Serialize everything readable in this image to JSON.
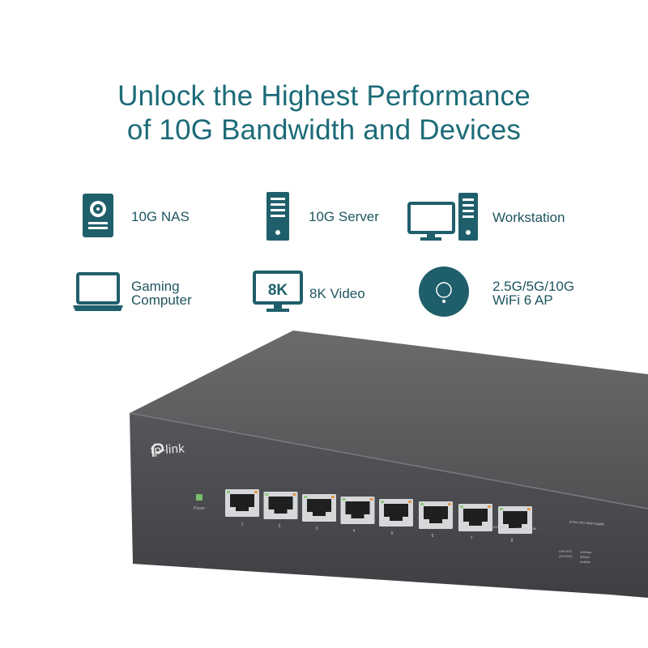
{
  "headline": {
    "line1": "Unlock the Highest Performance",
    "line2": "of 10G Bandwidth and Devices"
  },
  "features": [
    {
      "icon": "nas-icon",
      "label_lines": [
        "10G NAS"
      ]
    },
    {
      "icon": "server-icon",
      "label_lines": [
        "10G Server"
      ]
    },
    {
      "icon": "workstation-icon",
      "label_lines": [
        "Workstation"
      ]
    },
    {
      "icon": "laptop-icon",
      "label_lines": [
        "Gaming",
        "Computer"
      ]
    },
    {
      "icon": "8k-monitor-icon",
      "label_lines": [
        "8K Video"
      ],
      "icon_text": "8K"
    },
    {
      "icon": "wifi-access-point-icon",
      "label_lines": [
        "2.5G/5G/10G",
        "WiFi 6 AP"
      ]
    }
  ],
  "switch": {
    "brand": "tp-link",
    "power_label": "Power",
    "model_label": "8-Port 10G Multi-Gigabit",
    "port_numbers": [
      "1",
      "2",
      "3",
      "4",
      "5",
      "6",
      "7",
      "8"
    ],
    "speed_labels": [
      "10G/5G",
      "2.5G/1G/100M"
    ],
    "led_legend": [
      "Left LED",
      "(10G/5G)",
      "10Gbps",
      "5Gbps",
      "Activity"
    ]
  },
  "colors": {
    "headline": "#1c6b78",
    "icon": "#1f5f6b",
    "label": "#1f5560",
    "chassis_front": "#4a4b4d",
    "chassis_top": "#545557"
  }
}
